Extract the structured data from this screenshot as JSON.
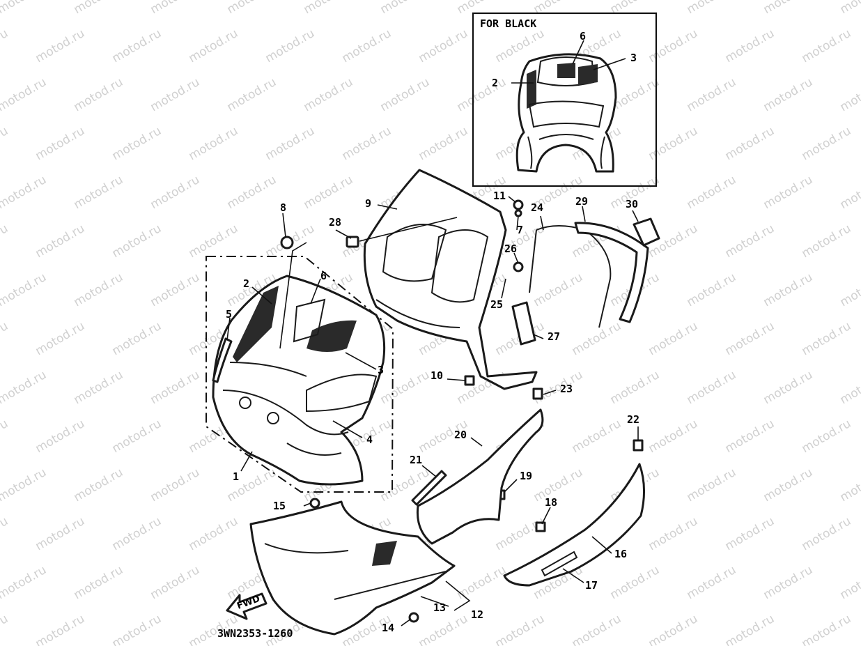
{
  "diagram": {
    "inset_title": "FOR BLACK",
    "part_code": "3WN2353-1260",
    "direction_label": "FWD",
    "watermark": "motod.ru",
    "callouts": [
      "1",
      "2",
      "3",
      "4",
      "5",
      "6",
      "7",
      "8",
      "9",
      "10",
      "11",
      "12",
      "13",
      "14",
      "15",
      "16",
      "17",
      "18",
      "19",
      "20",
      "21",
      "22",
      "23",
      "24",
      "25",
      "26",
      "27",
      "28",
      "29",
      "30"
    ],
    "inset_callouts": [
      "2",
      "3",
      "6"
    ]
  }
}
